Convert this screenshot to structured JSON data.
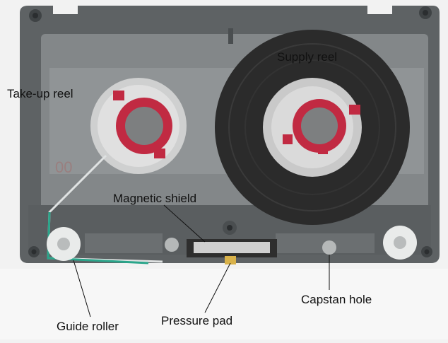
{
  "labels": {
    "take_up_reel": "Take-up reel",
    "supply_reel": "Supply reel",
    "magnetic_shield": "Magnetic shield",
    "guide_roller": "Guide roller",
    "pressure_pad": "Pressure pad",
    "capstan_hole": "Capstan hole"
  },
  "colors": {
    "background": "#f2f2f2",
    "shell": "#5e6264",
    "shell_inner": "#878b8c",
    "tape": "#2a2a2a",
    "hub_outer": "#d8d8d8",
    "hub_red": "#c12a42",
    "roller": "#e9ebea",
    "leader_tape": "#2aa58a"
  },
  "icons": [
    "cassette-shell",
    "take-up-reel",
    "supply-reel",
    "guide-roller",
    "pressure-pad",
    "magnetic-shield",
    "capstan-hole"
  ]
}
